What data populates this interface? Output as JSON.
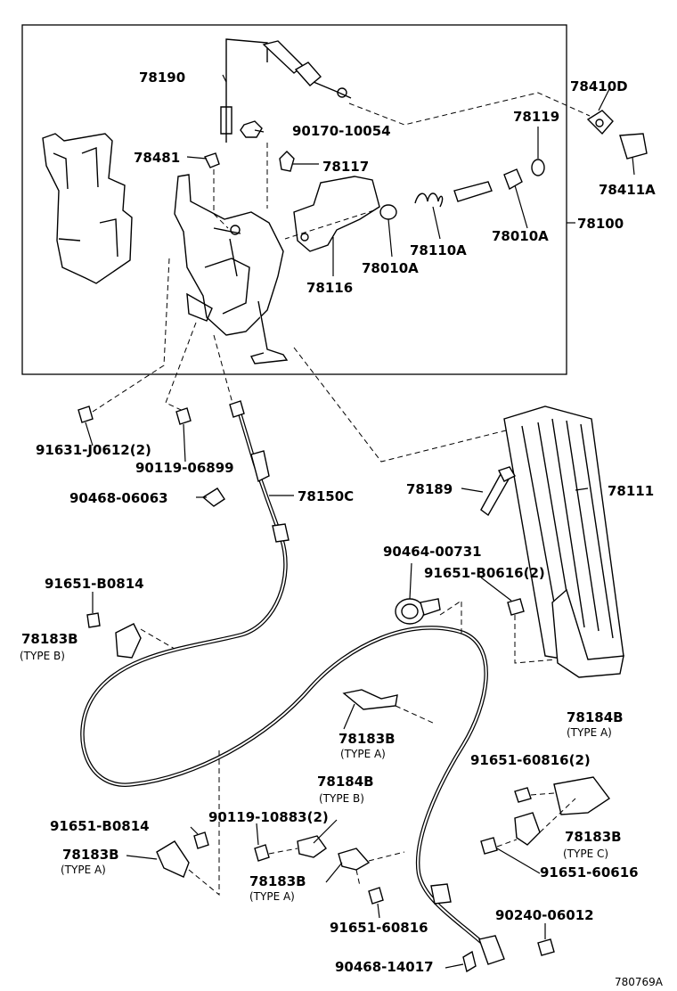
{
  "figure_id": "780769A",
  "labels": {
    "p78190": "78190",
    "p78410D": "78410D",
    "p78119": "78119",
    "p90170": "90170-10054",
    "p78481": "78481",
    "p78117": "78117",
    "p78411A": "78411A",
    "p78100": "78100",
    "p78010A_r": "78010A",
    "p78110A": "78110A",
    "p78010A_l": "78010A",
    "p78116": "78116",
    "p91631": "91631-J0612(2)",
    "p90119_06899": "90119-06899",
    "p90468_06063": "90468-06063",
    "p78150C": "78150C",
    "p78189": "78189",
    "p78111": "78111",
    "p90464": "90464-00731",
    "p91651_B0616": "91651-B0616(2)",
    "p91651_B0814_top": "91651-B0814",
    "p78183B_b": "78183B",
    "p78183B_b_type": "(TYPE B)",
    "p78183B_mid": "78183B",
    "p78183B_mid_type": "(TYPE A)",
    "p78184B_right": "78184B",
    "p78184B_right_type": "(TYPE A)",
    "p91651_60816_2": "91651-60816(2)",
    "p78184B_center": "78184B",
    "p78184B_center_type": "(TYPE B)",
    "p91651_B0814_bot": "91651-B0814",
    "p90119_10883": "90119-10883(2)",
    "p78183B_c": "78183B",
    "p78183B_c_type": "(TYPE C)",
    "p78183B_left_a": "78183B",
    "p78183B_left_a_type": "(TYPE A)",
    "p91651_60616": "91651-60616",
    "p78183B_cen_a": "78183B",
    "p78183B_cen_a_type": "(TYPE A)",
    "p91651_60816": "91651-60816",
    "p90240": "90240-06012",
    "p90468_14017": "90468-14017"
  }
}
